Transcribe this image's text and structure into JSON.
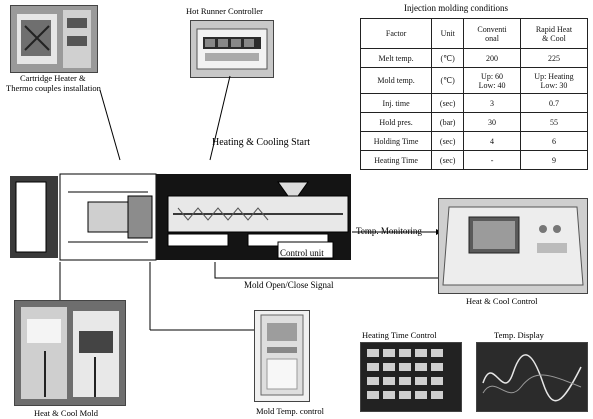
{
  "title": "Injection molding conditions",
  "table": {
    "headers": [
      "Factor",
      "Unit",
      "Conventional",
      "Rapid Heat & Cool"
    ],
    "rows": [
      [
        "Melt temp.",
        "(℃)",
        "200",
        "225"
      ],
      [
        "Mold temp.",
        "(℃)",
        "Up: 60\nLow: 40",
        "Up: Heating\nLow: 30"
      ],
      [
        "Inj. time",
        "(sec)",
        "3",
        "0.7"
      ],
      [
        "Hold pres.",
        "(bar)",
        "30",
        "55"
      ],
      [
        "Holding Time",
        "(sec)",
        "4",
        "6"
      ],
      [
        "Heating Time",
        "(sec)",
        "-",
        "9"
      ]
    ]
  },
  "labels": {
    "cartridge": "Cartridge Heater &\nThermo couples installation",
    "hot_runner": "Hot Runner Controller",
    "heating_start": "Heating & Cooling Start",
    "control_unit": "Control unit",
    "temp_monitoring": "Temp. Monitoring",
    "mold_signal": "Mold Open/Close Signal",
    "heat_cool_control": "Heat & Cool Control",
    "heating_time_control": "Heating Time Control",
    "temp_display": "Temp. Display",
    "heat_cool_mold": "Heat & Cool Mold",
    "mold_temp_control": "Mold Temp. control"
  }
}
